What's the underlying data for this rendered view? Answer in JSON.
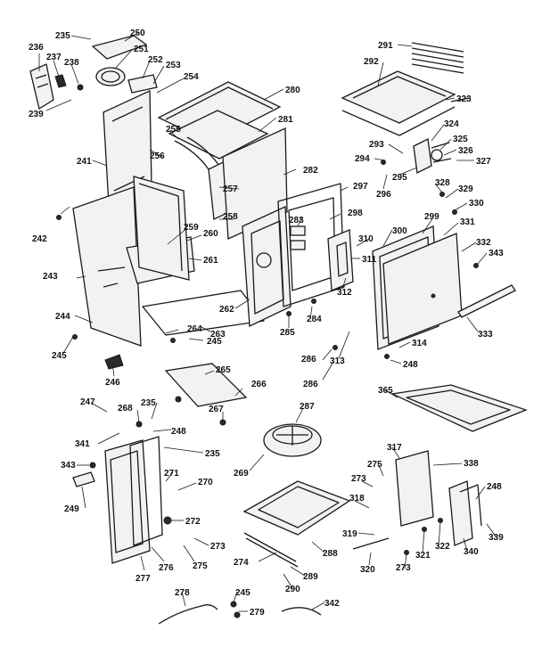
{
  "labels": [
    {
      "id": "l235a",
      "text": "235"
    },
    {
      "id": "l250",
      "text": "250"
    },
    {
      "id": "l251",
      "text": "251"
    },
    {
      "id": "l236",
      "text": "236"
    },
    {
      "id": "l237",
      "text": "237"
    },
    {
      "id": "l238",
      "text": "238"
    },
    {
      "id": "l252",
      "text": "252"
    },
    {
      "id": "l253",
      "text": "253"
    },
    {
      "id": "l254",
      "text": "254"
    },
    {
      "id": "l280",
      "text": "280"
    },
    {
      "id": "l239",
      "text": "239"
    },
    {
      "id": "l281",
      "text": "281"
    },
    {
      "id": "l255",
      "text": "255"
    },
    {
      "id": "l256",
      "text": "256"
    },
    {
      "id": "l241",
      "text": "241"
    },
    {
      "id": "l282",
      "text": "282"
    },
    {
      "id": "l257",
      "text": "257"
    },
    {
      "id": "l297",
      "text": "297"
    },
    {
      "id": "l242",
      "text": "242"
    },
    {
      "id": "l258",
      "text": "258"
    },
    {
      "id": "l283",
      "text": "283"
    },
    {
      "id": "l298",
      "text": "298"
    },
    {
      "id": "l259",
      "text": "259"
    },
    {
      "id": "l260",
      "text": "260"
    },
    {
      "id": "l261",
      "text": "261"
    },
    {
      "id": "l243",
      "text": "243"
    },
    {
      "id": "l262",
      "text": "262"
    },
    {
      "id": "l244",
      "text": "244"
    },
    {
      "id": "l284",
      "text": "284"
    },
    {
      "id": "l264",
      "text": "264"
    },
    {
      "id": "l263",
      "text": "263"
    },
    {
      "id": "l285",
      "text": "285"
    },
    {
      "id": "l245a",
      "text": "245"
    },
    {
      "id": "l245b",
      "text": "245"
    },
    {
      "id": "l246",
      "text": "246"
    },
    {
      "id": "l265",
      "text": "265"
    },
    {
      "id": "l286a",
      "text": "286"
    },
    {
      "id": "l313",
      "text": "313"
    },
    {
      "id": "l286b",
      "text": "286"
    },
    {
      "id": "l266",
      "text": "266"
    },
    {
      "id": "l247",
      "text": "247"
    },
    {
      "id": "l268",
      "text": "268"
    },
    {
      "id": "l235b",
      "text": "235"
    },
    {
      "id": "l267",
      "text": "267"
    },
    {
      "id": "l287",
      "text": "287"
    },
    {
      "id": "l248a",
      "text": "248"
    },
    {
      "id": "l341",
      "text": "341"
    },
    {
      "id": "l235c",
      "text": "235"
    },
    {
      "id": "l269",
      "text": "269"
    },
    {
      "id": "l343a",
      "text": "343"
    },
    {
      "id": "l271",
      "text": "271"
    },
    {
      "id": "l270",
      "text": "270"
    },
    {
      "id": "l249",
      "text": "249"
    },
    {
      "id": "l272",
      "text": "272"
    },
    {
      "id": "l273a",
      "text": "273"
    },
    {
      "id": "l275a",
      "text": "275"
    },
    {
      "id": "l276",
      "text": "276"
    },
    {
      "id": "l277",
      "text": "277"
    },
    {
      "id": "l274",
      "text": "274"
    },
    {
      "id": "l288",
      "text": "288"
    },
    {
      "id": "l289",
      "text": "289"
    },
    {
      "id": "l290",
      "text": "290"
    },
    {
      "id": "l278",
      "text": "278"
    },
    {
      "id": "l245c",
      "text": "245"
    },
    {
      "id": "l279",
      "text": "279"
    },
    {
      "id": "l342",
      "text": "342"
    },
    {
      "id": "l291",
      "text": "291"
    },
    {
      "id": "l292",
      "text": "292"
    },
    {
      "id": "l323",
      "text": "323"
    },
    {
      "id": "l324",
      "text": "324"
    },
    {
      "id": "l325",
      "text": "325"
    },
    {
      "id": "l293",
      "text": "293"
    },
    {
      "id": "l326",
      "text": "326"
    },
    {
      "id": "l327",
      "text": "327"
    },
    {
      "id": "l294",
      "text": "294"
    },
    {
      "id": "l295",
      "text": "295"
    },
    {
      "id": "l296",
      "text": "296"
    },
    {
      "id": "l328",
      "text": "328"
    },
    {
      "id": "l329",
      "text": "329"
    },
    {
      "id": "l330",
      "text": "330"
    },
    {
      "id": "l299",
      "text": "299"
    },
    {
      "id": "l331",
      "text": "331"
    },
    {
      "id": "l300",
      "text": "300"
    },
    {
      "id": "l310",
      "text": "310"
    },
    {
      "id": "l332",
      "text": "332"
    },
    {
      "id": "l311",
      "text": "311"
    },
    {
      "id": "l343b",
      "text": "343"
    },
    {
      "id": "l312",
      "text": "312"
    },
    {
      "id": "l333",
      "text": "333"
    },
    {
      "id": "l314",
      "text": "314"
    },
    {
      "id": "l248b",
      "text": "248"
    },
    {
      "id": "l365",
      "text": "365"
    },
    {
      "id": "l317",
      "text": "317"
    },
    {
      "id": "l338",
      "text": "338"
    },
    {
      "id": "l275b",
      "text": "275"
    },
    {
      "id": "l273b",
      "text": "273"
    },
    {
      "id": "l318",
      "text": "318"
    },
    {
      "id": "l248c",
      "text": "248"
    },
    {
      "id": "l319",
      "text": "319"
    },
    {
      "id": "l339",
      "text": "339"
    },
    {
      "id": "l322",
      "text": "322"
    },
    {
      "id": "l340",
      "text": "340"
    },
    {
      "id": "l321",
      "text": "321"
    },
    {
      "id": "l320",
      "text": "320"
    },
    {
      "id": "l273c",
      "text": "273"
    }
  ]
}
